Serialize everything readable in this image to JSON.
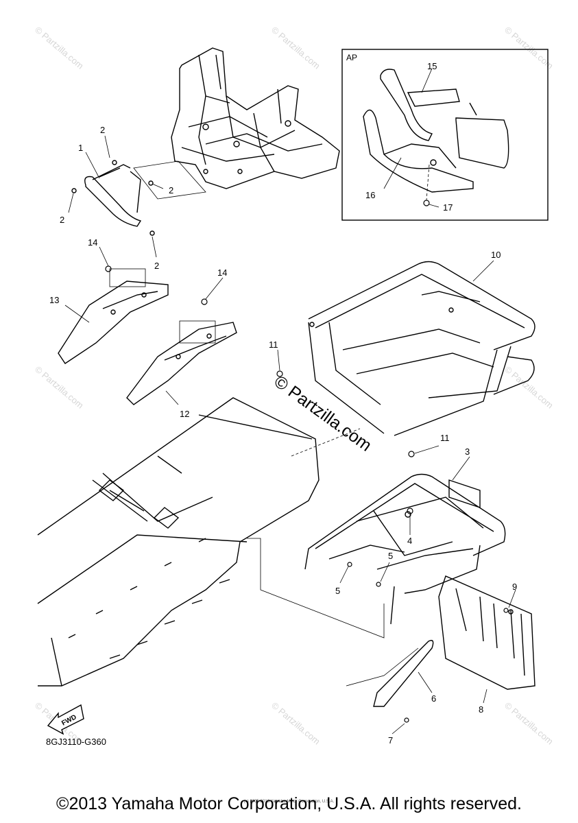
{
  "watermark_text": "© Partzilla.com",
  "center_watermark": "© Partzilla.com",
  "inset_label": "AP",
  "diagram_code": "8GJ3110-G360",
  "fwd_text": "FWD",
  "copyright_small": "(c) 2005-2016 Yamaha Motor Corporation, U.S.A.",
  "footer": "©2013 Yamaha Motor Corporation, U.S.A. All rights reserved.",
  "callouts": {
    "c1": "1",
    "c2a": "2",
    "c2b": "2",
    "c2c": "2",
    "c2d": "2",
    "c3": "3",
    "c4": "4",
    "c5a": "5",
    "c5b": "5",
    "c6": "6",
    "c7": "7",
    "c8": "8",
    "c9": "9",
    "c10": "10",
    "c11a": "11",
    "c11b": "11",
    "c12": "12",
    "c13": "13",
    "c14a": "14",
    "c14b": "14",
    "c15": "15",
    "c16": "16",
    "c17": "17"
  }
}
